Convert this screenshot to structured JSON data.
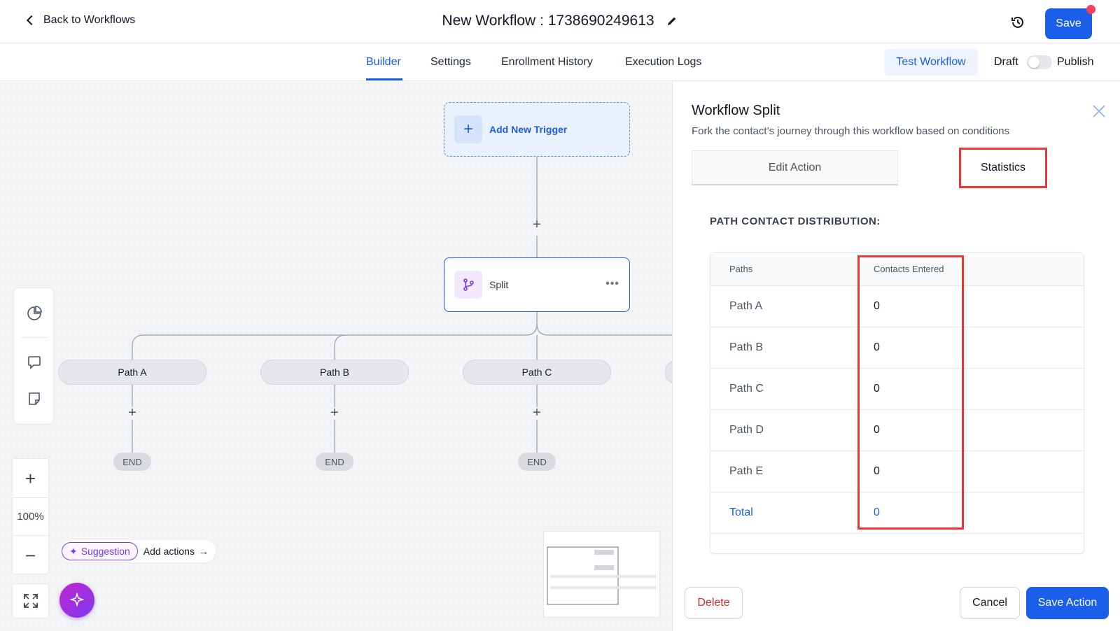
{
  "header": {
    "back_label": "Back to Workflows",
    "title": "New Workflow : 1738690249613",
    "save_label": "Save"
  },
  "tabs": {
    "builder": "Builder",
    "settings": "Settings",
    "enrollment_history": "Enrollment History",
    "execution_logs": "Execution Logs",
    "active": "Builder",
    "test_workflow": "Test Workflow",
    "draft": "Draft",
    "publish": "Publish",
    "published": false
  },
  "canvas": {
    "trigger_label": "Add New Trigger",
    "split_label": "Split",
    "paths": [
      {
        "label": "Path A",
        "end": "END"
      },
      {
        "label": "Path B",
        "end": "END"
      },
      {
        "label": "Path C",
        "end": "END"
      }
    ],
    "zoom": "100%",
    "suggestion_label": "Suggestion",
    "add_actions_label": "Add actions"
  },
  "panel": {
    "title": "Workflow Split",
    "subtitle": "Fork the contact’s journey through this workflow based on conditions",
    "tab_edit": "Edit Action",
    "tab_stats": "Statistics",
    "heading": "PATH CONTACT DISTRIBUTION:",
    "table": {
      "headers": [
        "Paths",
        "Contacts Entered"
      ],
      "rows": [
        {
          "path": "Path A",
          "value": "0"
        },
        {
          "path": "Path B",
          "value": "0"
        },
        {
          "path": "Path C",
          "value": "0"
        },
        {
          "path": "Path D",
          "value": "0"
        },
        {
          "path": "Path E",
          "value": "0"
        }
      ],
      "total": {
        "path": "Total",
        "value": "0"
      }
    },
    "delete_label": "Delete",
    "cancel_label": "Cancel",
    "save_action_label": "Save Action"
  },
  "colors": {
    "primary": "#1a5eea",
    "highlight": "#e53935",
    "danger": "#dc2626",
    "accent_purple": "#7c3aed"
  }
}
